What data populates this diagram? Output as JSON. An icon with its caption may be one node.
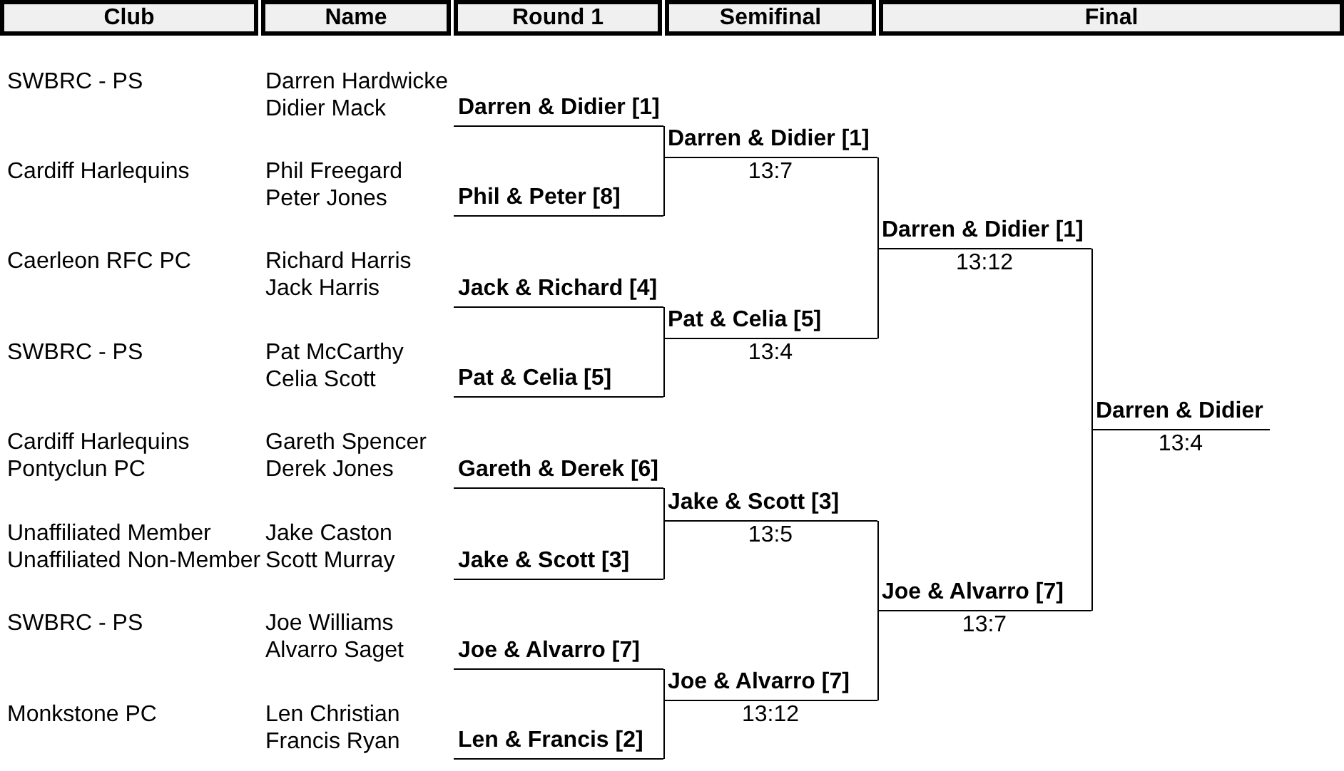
{
  "diagram": {
    "nodes": [
      {
        "text": [
          "Club"
        ]
      },
      {
        "text": [
          "Name"
        ]
      },
      {
        "text": [
          "Round 1"
        ]
      },
      {
        "text": [
          "Semifinal"
        ]
      },
      {
        "text": [
          "Final"
        ]
      },
      {
        "text": [
          "Darren & Didier [1]"
        ]
      },
      {
        "text": [
          "Phil & Peter [8]"
        ]
      },
      {
        "text": [
          "Jack & Richard [4]"
        ]
      },
      {
        "text": [
          "Pat & Celia [5]"
        ]
      },
      {
        "text": [
          "Gareth & Derek [6]"
        ]
      },
      {
        "text": [
          "Jake & Scott [3]"
        ]
      },
      {
        "text": [
          "Joe & Alvarro [7]"
        ]
      },
      {
        "text": [
          "Len & Francis [2]"
        ]
      },
      {
        "text": [
          "Darren & Didier [1]"
        ],
        "beside": [
          "13:7"
        ]
      },
      {
        "text": [
          "Pat & Celia [5]"
        ],
        "beside": [
          "13:4"
        ]
      },
      {
        "text": [
          "Jake & Scott [3]"
        ],
        "beside": [
          "13:5"
        ]
      },
      {
        "text": [
          "Joe & Alvarro [7]"
        ],
        "beside": [
          "13:12"
        ]
      },
      {
        "text": [
          "Darren & Didier [1]"
        ],
        "beside": [
          "13:12"
        ]
      },
      {
        "text": [
          "Joe & Alvarro [7]"
        ],
        "beside": [
          "13:7"
        ]
      },
      {
        "text": [
          "Darren & Didier"
        ],
        "beside": [
          "13:4"
        ]
      }
    ],
    "edges": [
      {
        "from": 5,
        "to": 13,
        "arrow": "none"
      },
      {
        "from": 6,
        "to": 13,
        "arrow": "none"
      },
      {
        "from": 7,
        "to": 14,
        "arrow": "none"
      },
      {
        "from": 8,
        "to": 14,
        "arrow": "none"
      },
      {
        "from": 9,
        "to": 15,
        "arrow": "none"
      },
      {
        "from": 10,
        "to": 15,
        "arrow": "none"
      },
      {
        "from": 11,
        "to": 16,
        "arrow": "none"
      },
      {
        "from": 12,
        "to": 16,
        "arrow": "none"
      },
      {
        "from": 13,
        "to": 17,
        "arrow": "none"
      },
      {
        "from": 14,
        "to": 17,
        "arrow": "none"
      },
      {
        "from": 15,
        "to": 18,
        "arrow": "none"
      },
      {
        "from": 16,
        "to": 18,
        "arrow": "none"
      },
      {
        "from": 17,
        "to": 19,
        "arrow": "none"
      },
      {
        "from": 18,
        "to": 19,
        "arrow": "none"
      }
    ],
    "labels": [
      "SWBRC - PS",
      "Darren Hardwicke",
      "Didier Mack",
      "Cardiff Harlequins",
      "Phil Freegard",
      "Peter Jones",
      "Caerleon RFC PC",
      "Richard Harris",
      "Jack Harris",
      "SWBRC - PS",
      "Pat McCarthy",
      "Celia Scott",
      "Cardiff Harlequins",
      "Gareth Spencer",
      "Pontyclun PC",
      "Derek Jones",
      "Unaffiliated Member",
      "Jake Caston",
      "Unaffiliated Non-Member",
      "Scott Murray",
      "SWBRC - PS",
      "Joe Williams",
      "Alvarro Saget",
      "Monkstone PC",
      "Len Christian",
      "Francis Ryan"
    ]
  }
}
